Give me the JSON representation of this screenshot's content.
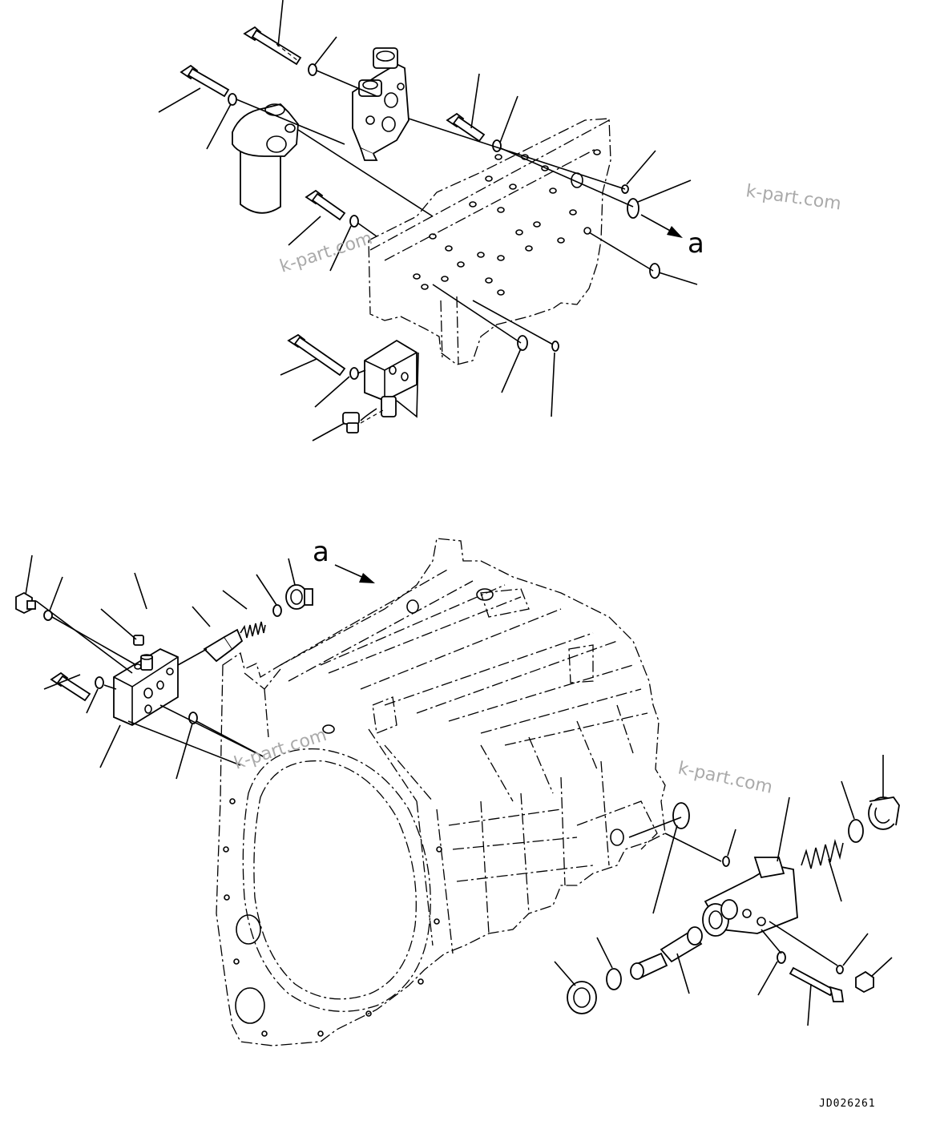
{
  "labels": {
    "view_ref_top": "a",
    "view_ref_bottom": "a"
  },
  "watermarks": [
    "k-part.com",
    "k-part.com",
    "k-part.com",
    "k-part.com"
  ],
  "drawing_code": "JD026261"
}
